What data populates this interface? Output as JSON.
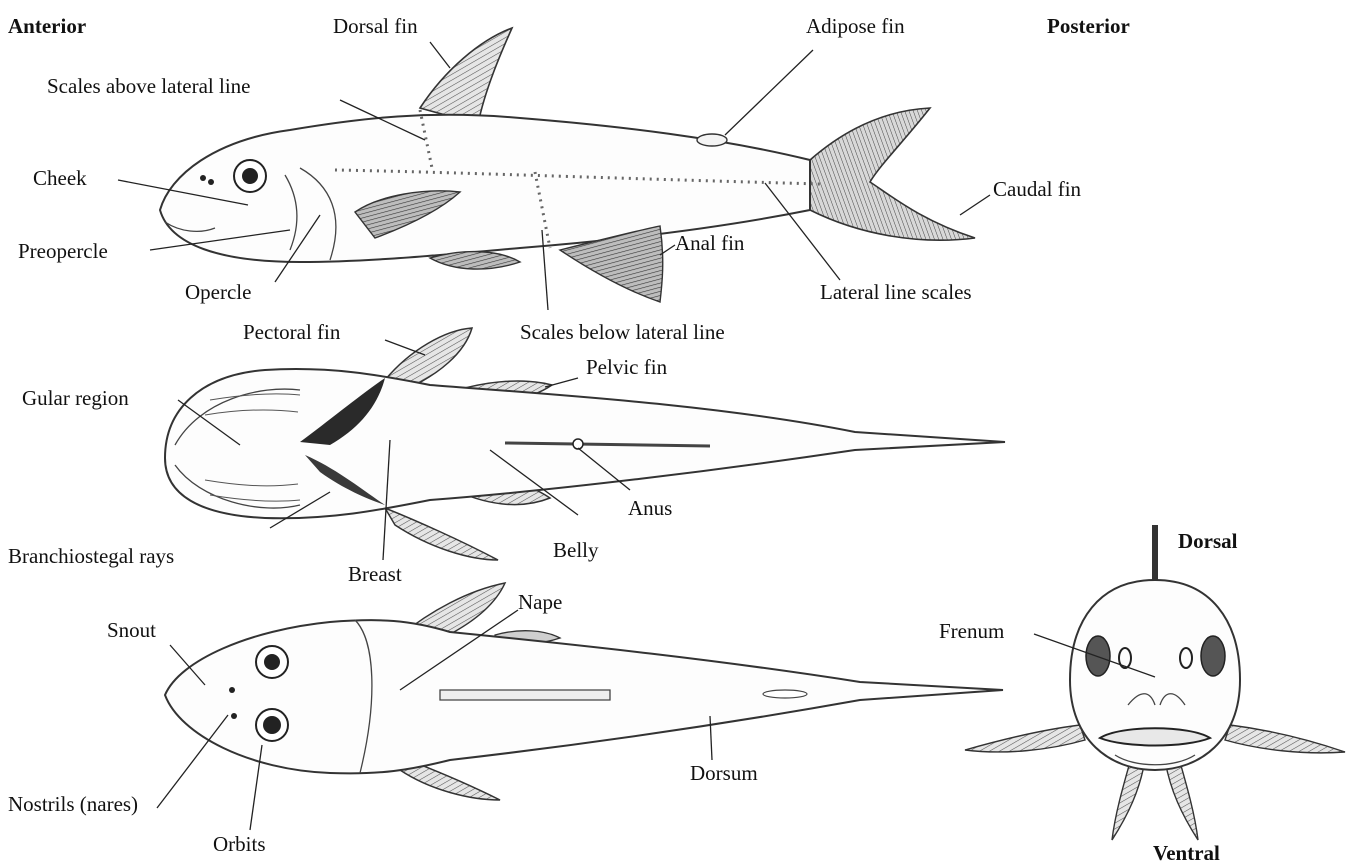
{
  "orientation": {
    "anterior": "Anterior",
    "posterior": "Posterior",
    "dorsal": "Dorsal",
    "ventral": "Ventral"
  },
  "lateral_view": {
    "dorsal_fin": "Dorsal fin",
    "adipose_fin": "Adipose fin",
    "scales_above": "Scales above lateral line",
    "cheek": "Cheek",
    "caudal_fin": "Caudal fin",
    "preopercle": "Preopercle",
    "anal_fin": "Anal fin",
    "opercle": "Opercle",
    "lateral_line_scales": "Lateral line scales",
    "scales_below": "Scales below lateral line"
  },
  "ventral_view": {
    "pectoral_fin": "Pectoral fin",
    "pelvic_fin": "Pelvic fin",
    "gular_region": "Gular region",
    "anus": "Anus",
    "branchiostegal_rays": "Branchiostegal rays",
    "belly": "Belly",
    "breast": "Breast"
  },
  "dorsal_view": {
    "nape": "Nape",
    "snout": "Snout",
    "dorsum": "Dorsum",
    "nostrils": "Nostrils (nares)",
    "orbits": "Orbits"
  },
  "frontal_view": {
    "frenum": "Frenum"
  }
}
